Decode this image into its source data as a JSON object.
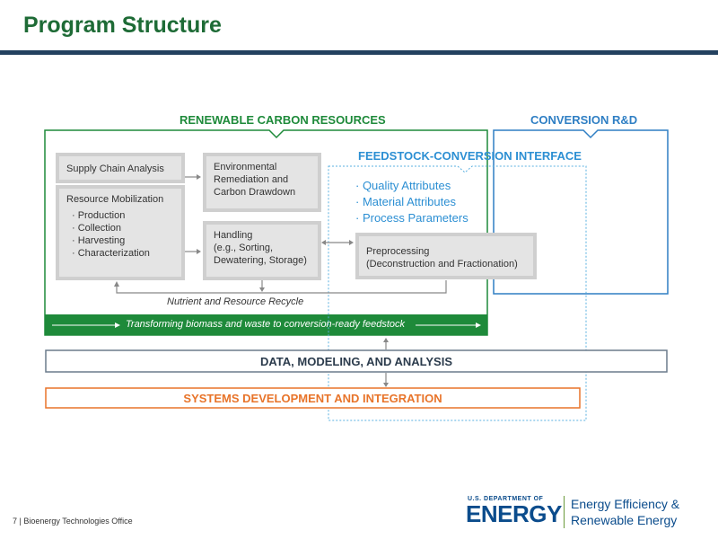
{
  "header": {
    "title": "Program Structure"
  },
  "diagram": {
    "renewable_carbon_resources": "RENEWABLE CARBON RESOURCES",
    "conversion_rd": "CONVERSION R&D",
    "feedstock_conversion_interface": "FEEDSTOCK-CONVERSION INTERFACE",
    "supply_chain_analysis": "Supply Chain Analysis",
    "resource_mobilization": {
      "title": "Resource Mobilization",
      "items": [
        "· Production",
        "· Collection",
        "· Harvesting",
        "· Characterization"
      ]
    },
    "environmental_remediation": {
      "line1": "Environmental",
      "line2": "Remediation and",
      "line3": "Carbon Drawdown"
    },
    "handling": {
      "line1": "Handling",
      "line2": "(e.g., Sorting,",
      "line3": "Dewatering, Storage)"
    },
    "preprocessing": {
      "line1": "Preprocessing",
      "line2": "(Deconstruction and Fractionation)"
    },
    "attributes": [
      "· Quality Attributes",
      "· Material Attributes",
      "· Process Parameters"
    ],
    "nutrient_recycle": "Nutrient and Resource Recycle",
    "transforming_banner": "Transforming biomass and waste to conversion-ready feedstock",
    "data_modeling": "DATA, MODELING, AND ANALYSIS",
    "systems_development": "SYSTEMS DEVELOPMENT AND INTEGRATION"
  },
  "colors": {
    "green": "#1e8a3a",
    "blue": "#2f7fc4",
    "light_blue": "#2c8fd3",
    "orange": "#e8742a",
    "navy": "#23415f"
  },
  "footer": {
    "page_label": "7 | Bioenergy Technologies Office",
    "doe_top": "U.S. DEPARTMENT OF",
    "doe_energy": "ENERGY",
    "eere_line1": "Energy Efficiency &",
    "eere_line2": "Renewable Energy"
  }
}
